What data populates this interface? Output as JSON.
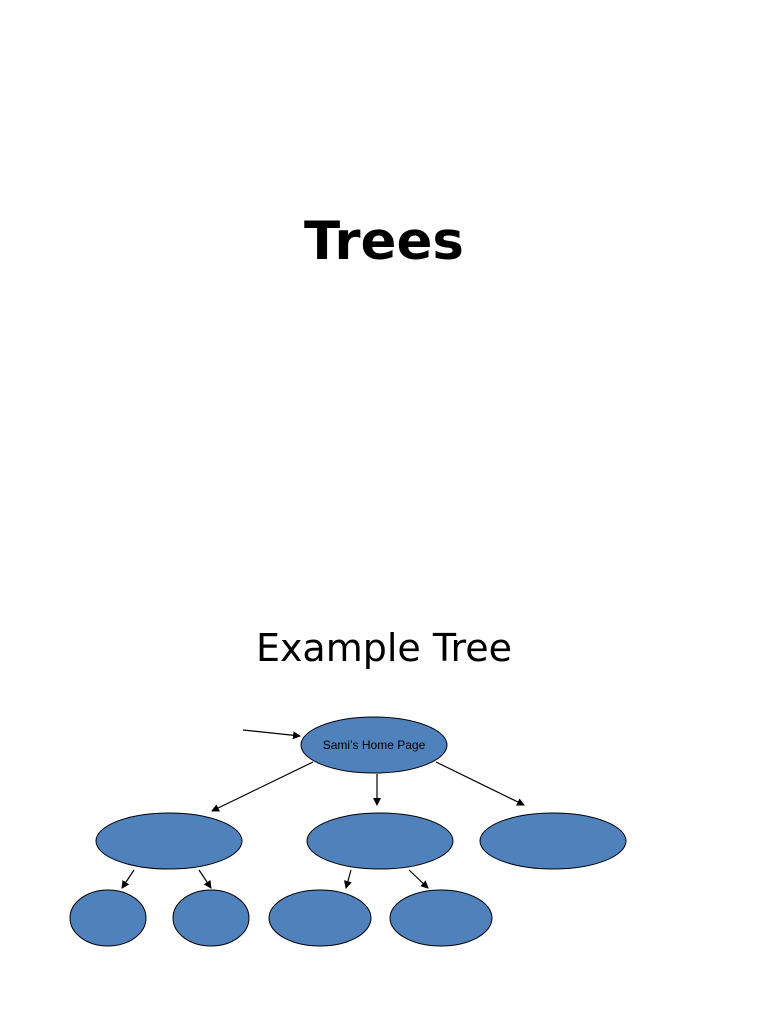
{
  "slide1": {
    "title": "Trees"
  },
  "slide2": {
    "title": "Example Tree",
    "tree": {
      "root_label": "Sami’s Home Page",
      "node_fill": "#4f81bd",
      "node_stroke": "#000000"
    }
  }
}
